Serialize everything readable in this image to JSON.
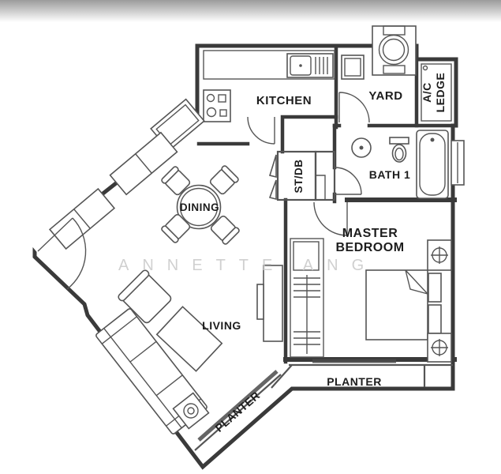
{
  "title": "apartment-floor-plan",
  "watermark": "ANNETTE ANG",
  "colors": {
    "wall": "#3a3a3a",
    "furniture": "#555555",
    "label": "#1d1d1d",
    "watermark": "#cbcbcb",
    "planter_hatch": "#4a4a4a",
    "top_fade": "#9b9b9b"
  },
  "rooms": {
    "kitchen": {
      "label": "KITCHEN"
    },
    "yard": {
      "label": "YARD"
    },
    "ac_ledge": {
      "line1": "A/C",
      "line2": "LEDGE"
    },
    "bath1": {
      "label": "BATH 1"
    },
    "stdb": {
      "label": "ST/DB"
    },
    "dining": {
      "label": "DINING"
    },
    "master_bedroom": {
      "line1": "MASTER",
      "line2": "BEDROOM"
    },
    "living": {
      "label": "LIVING"
    },
    "planter_diagonal": {
      "label": "PLANTER"
    },
    "planter_rear": {
      "label": "PLANTER"
    }
  },
  "fixtures": [
    "stove",
    "kitchen-sink",
    "washing-machine",
    "water-heater",
    "wash-basin",
    "toilet",
    "bathtub",
    "bath-window",
    "wardrobe",
    "bed",
    "pillow",
    "nightstand-lamp",
    "dresser",
    "tv-console",
    "dining-table",
    "dining-chair",
    "sofa",
    "armchair",
    "coffee-table",
    "side-table-plant",
    "sideboard",
    "door-swing"
  ]
}
